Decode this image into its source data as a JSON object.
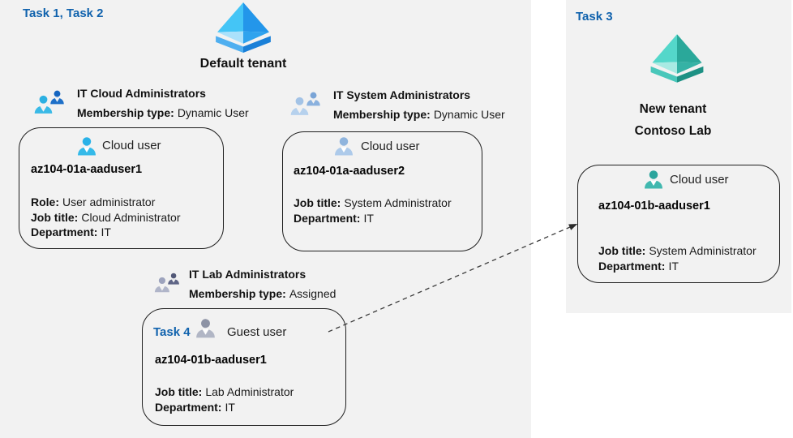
{
  "left_panel": {
    "task_label": "Task 1, Task 2",
    "tenant": {
      "name": "Default tenant",
      "icon": "azure-ad-pyramid-icon"
    },
    "groups": [
      {
        "title": "IT Cloud Administrators",
        "membership_label": "Membership type:",
        "membership_value": "Dynamic User",
        "icon": "group-people-icon"
      },
      {
        "title": "IT System Administrators",
        "membership_label": "Membership type:",
        "membership_value": "Dynamic User",
        "icon": "group-people-icon"
      },
      {
        "title": "IT Lab Administrators",
        "membership_label": "Membership type:",
        "membership_value": "Assigned",
        "icon": "group-people-icon"
      }
    ],
    "users": [
      {
        "type_label": "Cloud user",
        "name": "az104-01a-aaduser1",
        "icon": "cloud-user-person-icon",
        "fields": [
          {
            "label": "Role:",
            "value": "User administrator"
          },
          {
            "label": "Job title:",
            "value": "Cloud Administrator"
          },
          {
            "label": "Department:",
            "value": "IT"
          }
        ]
      },
      {
        "type_label": "Cloud user",
        "name": "az104-01a-aaduser2",
        "icon": "cloud-user-person-icon",
        "fields": [
          {
            "label": "Job title:",
            "value": "System Administrator"
          },
          {
            "label": "Department:",
            "value": "IT"
          }
        ]
      },
      {
        "task_label": "Task 4",
        "type_label": "Guest user",
        "name": "az104-01b-aaduser1",
        "icon": "guest-user-person-icon",
        "fields": [
          {
            "label": "Job title:",
            "value": "Lab Administrator"
          },
          {
            "label": "Department:",
            "value": "IT"
          }
        ]
      }
    ]
  },
  "right_panel": {
    "task_label": "Task 3",
    "tenant": {
      "line1": "New tenant",
      "line2": "Contoso Lab",
      "icon": "azure-ad-pyramid-icon-teal"
    },
    "user": {
      "type_label": "Cloud user",
      "name": "az104-01b-aaduser1",
      "icon": "cloud-user-person-icon",
      "fields": [
        {
          "label": "Job title:",
          "value": "System Administrator"
        },
        {
          "label": "Department:",
          "value": "IT"
        }
      ]
    }
  },
  "connector": {
    "type": "dashed-arrow",
    "from": "guest-user-card",
    "to": "new-tenant-user-card"
  },
  "colors": {
    "panel_background": "#f2f2f2",
    "task_label_blue": "#1062ad",
    "card_border": "#1f1f1f",
    "tenant_icon_blue_light": "#44c5f6",
    "tenant_icon_blue_dark": "#2396ea",
    "tenant_icon_teal_light": "#54d7ca",
    "tenant_icon_teal_dark": "#2aa89a",
    "cloud_user_cyan": "#35bae9",
    "cloud_user_steel_blue": "#adcaea",
    "guest_user_slate": "#b1b6c5",
    "cloud_user_teal": "#41b8af",
    "arrow_color": "#3c3c3c"
  }
}
